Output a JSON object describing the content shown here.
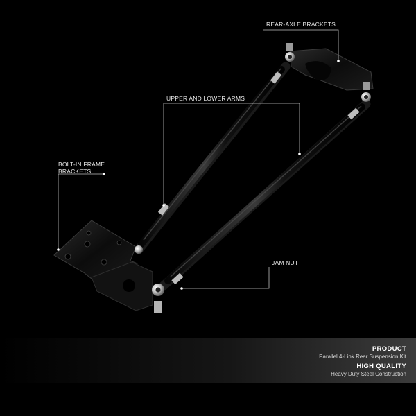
{
  "callouts": {
    "rear_axle_brackets": "REAR-AXLE BRACKETS",
    "upper_lower_arms": "UPPER AND LOWER ARMS",
    "bolt_in_frame_brackets": "BOLT-IN FRAME BRACKETS",
    "jam_nut": "JAM NUT"
  },
  "info": {
    "product_heading": "PRODUCT",
    "product_text": "Parallel 4-Link Rear Suspension Kit",
    "quality_heading": "HIGH QUALITY",
    "quality_text": "Heavy Duty Steel Construction"
  },
  "colors": {
    "background": "#000000",
    "part_black": "#0d0d0d",
    "chrome": "#c8c8c8",
    "callout_line": "#bfbfbf"
  }
}
